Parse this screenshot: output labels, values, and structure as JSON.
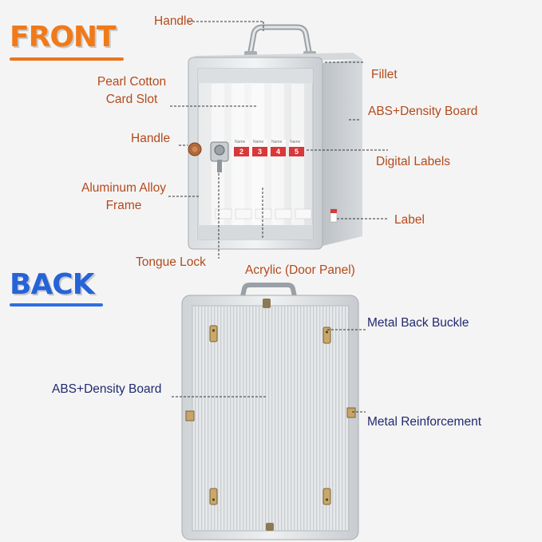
{
  "sections": {
    "front_title": "FRONT",
    "back_title": "BACK"
  },
  "front_labels": {
    "handle_top": "Handle",
    "pearl_cotton_1": "Pearl Cotton",
    "pearl_cotton_2": "Card Slot",
    "fillet": "Fillet",
    "abs_density": "ABS+Density Board",
    "handle_side": "Handle",
    "digital_labels": "Digital Labels",
    "aluminum_1": "Aluminum Alloy",
    "aluminum_2": "Frame",
    "label": "Label",
    "tongue_lock": "Tongue Lock",
    "acrylic": "Acrylic (Door Panel)"
  },
  "back_labels": {
    "metal_back_buckle": "Metal Back Buckle",
    "abs_density": "ABS+Density Board",
    "metal_reinforcement": "Metal Reinforcement"
  },
  "card_tags": {
    "numbers": [
      "2",
      "3",
      "4",
      "5"
    ],
    "name_text": "Name"
  },
  "colors": {
    "front_title": "#f07a1a",
    "back_title": "#2563d8",
    "front_label_text": "#b34a1c",
    "back_label_text": "#1f2a70",
    "digital_label_red": "#d8383a"
  }
}
